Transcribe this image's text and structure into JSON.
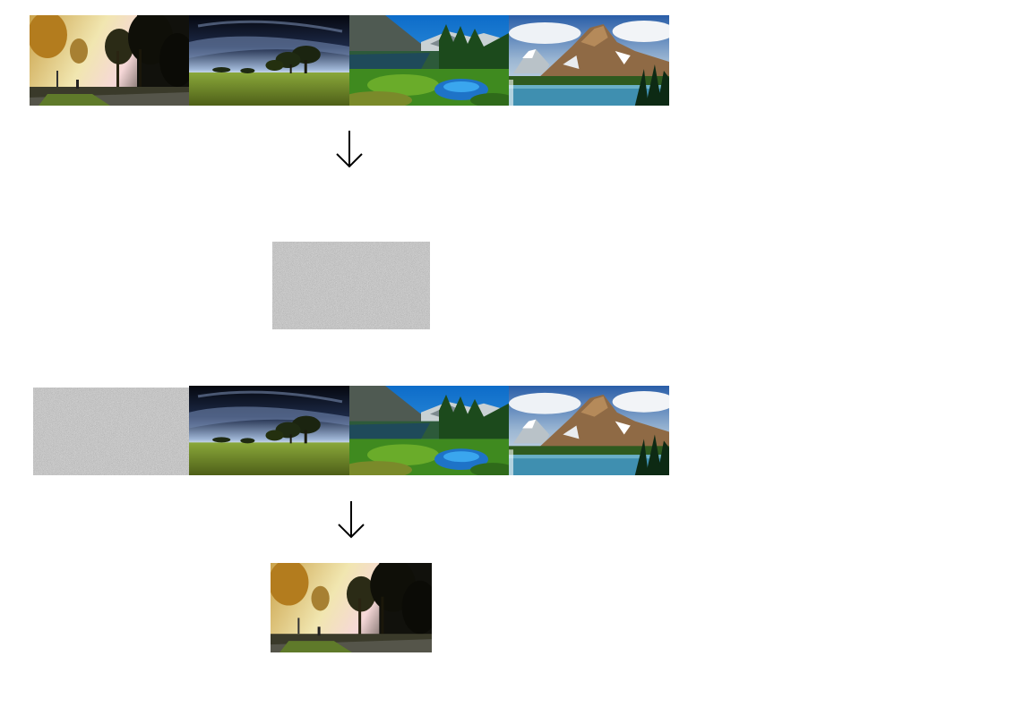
{
  "diagram": {
    "rows": [
      {
        "tiles": [
          "autumn-road",
          "lone-tree-field",
          "mountain-lake",
          "rocky-peak"
        ]
      },
      {
        "tiles": [
          "noise"
        ]
      },
      {
        "tiles": [
          "noise",
          "lone-tree-field",
          "mountain-lake",
          "rocky-peak"
        ]
      },
      {
        "tiles": [
          "autumn-road"
        ]
      }
    ],
    "arrows": [
      "down-arrow",
      "down-arrow"
    ],
    "colors": {
      "noise": "#8a8a8a",
      "arrow": "#000000",
      "background": "#ffffff"
    }
  }
}
